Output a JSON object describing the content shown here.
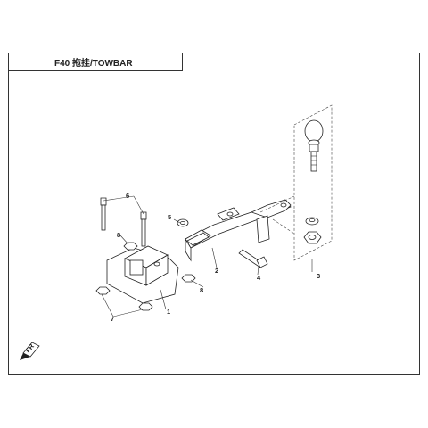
{
  "title": "F40 拖挂/TOWBAR",
  "callouts": [
    {
      "label": "1"
    },
    {
      "label": "2"
    },
    {
      "label": "3"
    },
    {
      "label": "4"
    },
    {
      "label": "5"
    },
    {
      "label": "6"
    },
    {
      "label": "7"
    },
    {
      "label": "8"
    },
    {
      "label": "8"
    }
  ],
  "front_indicator": "FR"
}
